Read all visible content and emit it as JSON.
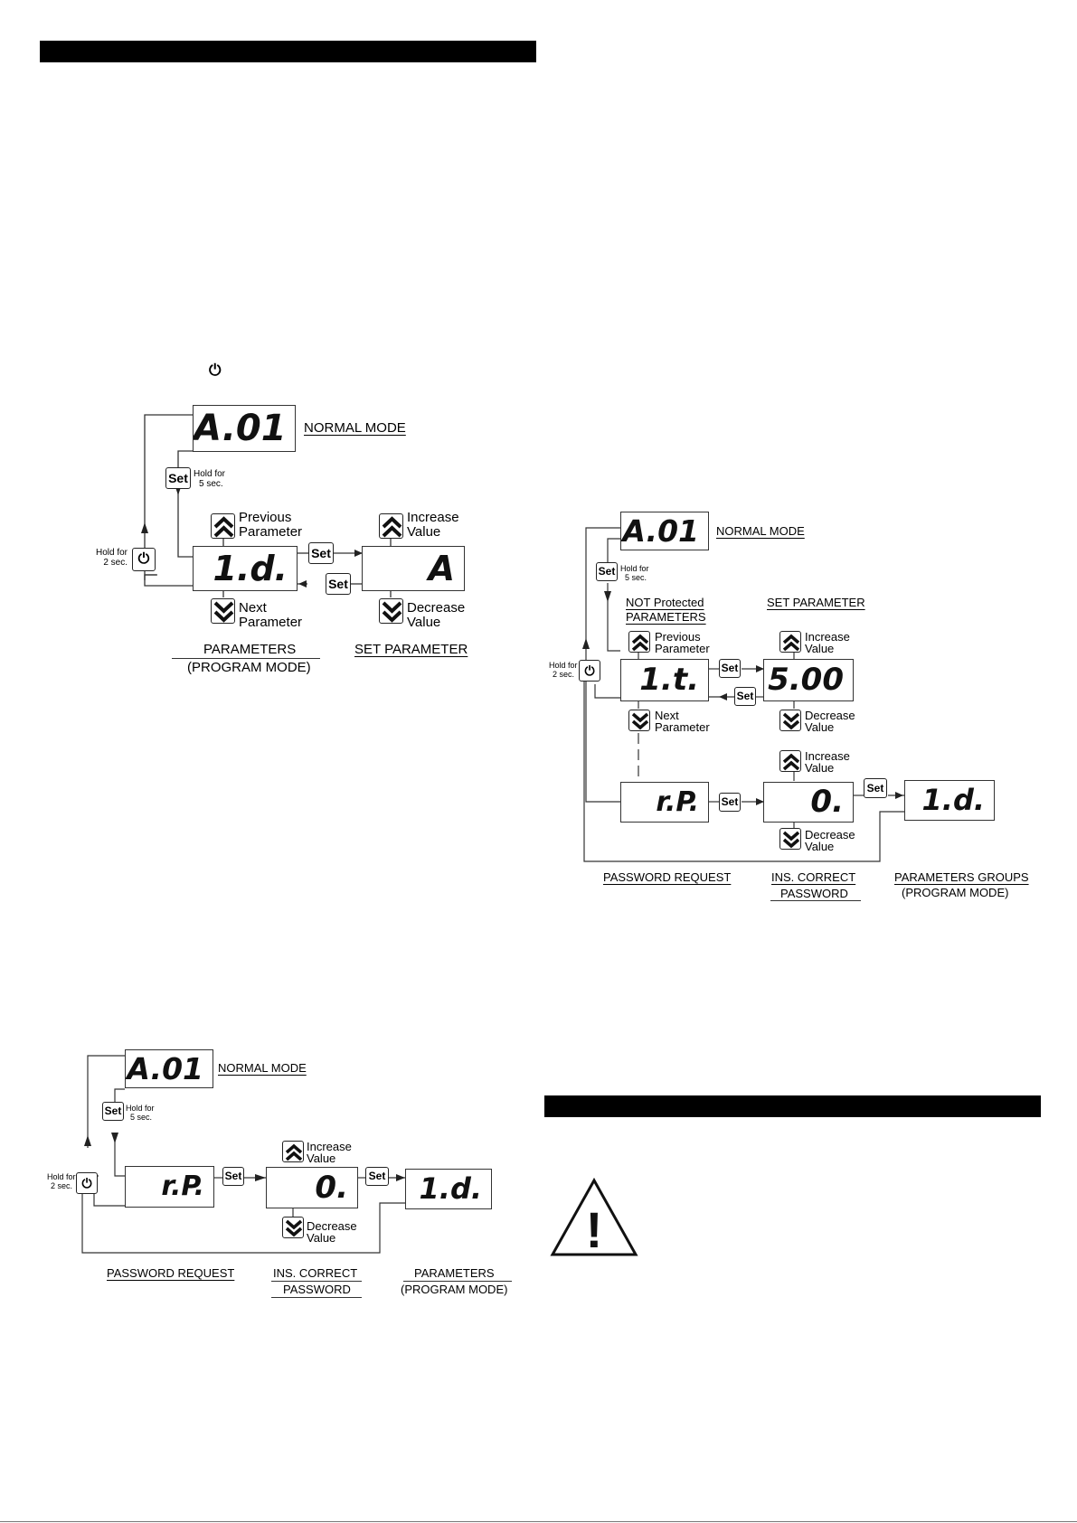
{
  "glyphs": {
    "power": "⏻",
    "warning": "!"
  },
  "d1": {
    "display_normal": "A.01",
    "normal_mode": "NORMAL MODE",
    "set_label": "Set",
    "hold5_line1": "Hold for",
    "hold5_line2": "5 sec.",
    "hold2_line1": "Hold for",
    "hold2_line2": "2 sec.",
    "prev_line1": "Previous",
    "prev_line2": "Parameter",
    "next_line1": "Next",
    "next_line2": "Parameter",
    "inc_line1": "Increase",
    "inc_line2": "Value",
    "dec_line1": "Decrease",
    "dec_line2": "Value",
    "display_param": "1.d.",
    "display_value": "A",
    "parameters": "PARAMETERS",
    "program_mode": "(PROGRAM MODE)",
    "set_parameter": "SET PARAMETER"
  },
  "d2": {
    "display_normal": "A.01",
    "normal_mode": "NORMAL MODE",
    "set_label": "Set",
    "hold5_line1": "Hold for",
    "hold5_line2": "5 sec.",
    "hold2_line1": "Hold for",
    "hold2_line2": "2 sec.",
    "display_rp": "r.P.",
    "display_zero": "0.",
    "display_param": "1.d.",
    "inc_line1": "Increase",
    "inc_line2": "Value",
    "dec_line1": "Decrease",
    "dec_line2": "Value",
    "password_request": "PASSWORD REQUEST",
    "ins_correct": "INS. CORRECT",
    "password": "PASSWORD",
    "parameters": "PARAMETERS",
    "program_mode": "(PROGRAM MODE)"
  },
  "d3": {
    "display_normal": "A.01",
    "normal_mode": "NORMAL MODE",
    "set_label": "Set",
    "hold5_line1": "Hold for",
    "hold5_line2": "5 sec.",
    "hold2_line1": "Hold for",
    "hold2_line2": "2 sec.",
    "not_protected": "NOT Protected",
    "parameters_u": "PARAMETERS",
    "set_parameter": "SET PARAMETER",
    "prev_line1": "Previous",
    "prev_line2": "Parameter",
    "next_line1": "Next",
    "next_line2": "Parameter",
    "inc_line1": "Increase",
    "inc_line2": "Value",
    "dec_line1": "Decrease",
    "dec_line2": "Value",
    "display_it": "1.t.",
    "display_500": "5.00",
    "display_rp": "r.P.",
    "display_zero": "0.",
    "display_param": "1.d.",
    "password_request": "PASSWORD REQUEST",
    "ins_correct": "INS. CORRECT",
    "password": "PASSWORD",
    "parameters_groups": "PARAMETERS GROUPS",
    "program_mode": "(PROGRAM MODE)"
  }
}
